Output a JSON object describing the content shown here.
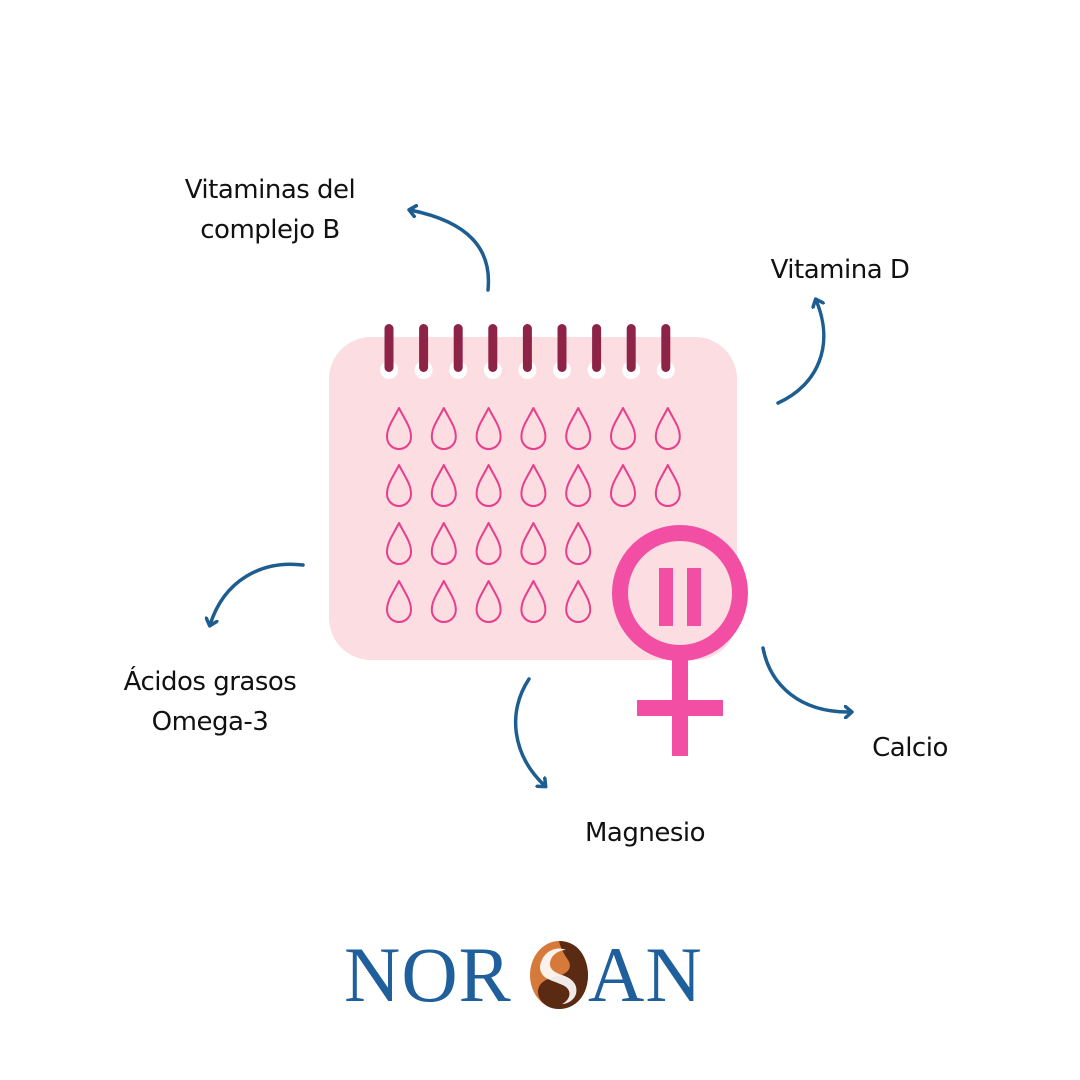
{
  "labels": {
    "vitamin_b": [
      "Vitaminas del",
      "complejo B"
    ],
    "vitamin_d": "Vitamina D",
    "omega3": [
      "Ácidos grasos",
      "Omega-3"
    ],
    "magnesium": "Magnesio",
    "calcium": "Calcio"
  },
  "calendar": {
    "drop_rows": [
      7,
      7,
      5,
      5
    ],
    "ring_count": 9,
    "symbol": "female-pause-icon"
  },
  "logo": {
    "left": "NOR",
    "right": "AN",
    "emblem": "s-leaf-emblem-icon"
  },
  "colors": {
    "calendar_bg": "#fcdde1",
    "ring": "#8e2348",
    "drop": "#e83e8c",
    "female_symbol": "#f24fa4",
    "arrow": "#1e5d8f",
    "logo_text": "#1f5f9b",
    "logo_emblem_light": "#d67a3c",
    "logo_emblem_dark": "#5b2a12"
  }
}
